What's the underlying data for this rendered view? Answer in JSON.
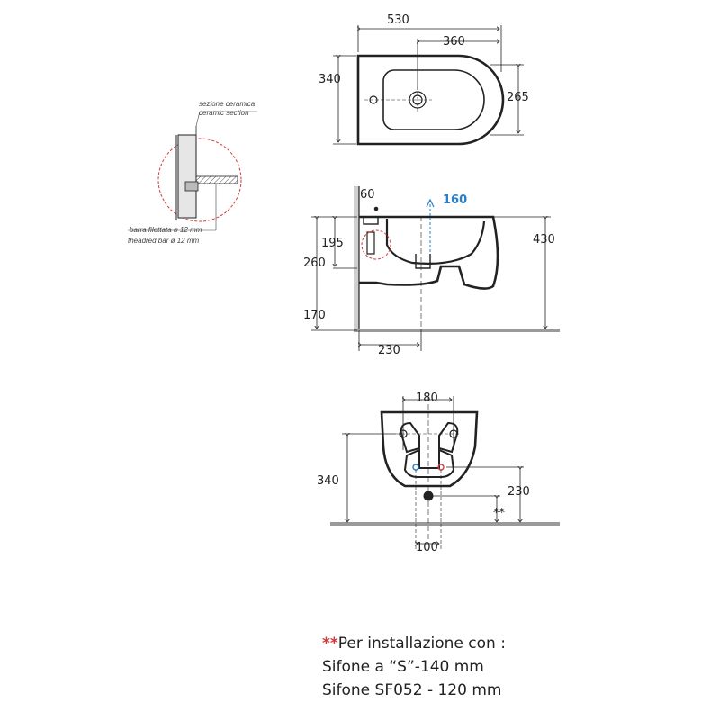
{
  "top_view": {
    "width_total": "530",
    "width_inner": "360",
    "depth_left": "340",
    "depth_right": "265"
  },
  "side_view": {
    "dim_60": "60",
    "dim_160": "160",
    "dim_195": "195",
    "dim_260": "260",
    "dim_430": "430",
    "dim_170": "170",
    "dim_230": "230"
  },
  "front_view": {
    "dim_180": "180",
    "dim_340": "340",
    "dim_230": "230",
    "dim_100": "100",
    "double_star": "**"
  },
  "detail": {
    "ceramic_it": "sezione ceramica",
    "ceramic_en": "ceramic section",
    "bar_it": "barra filettata ø 12 mm",
    "bar_en": "theadred bar ø 12 mm"
  },
  "note": {
    "marker": "**",
    "line1": "Per installazione con :",
    "line2": "Sifone a “S”-140 mm",
    "line3": "Sifone SF052 - 120 mm"
  },
  "colors": {
    "line": "#222222",
    "blue_accent": "#2a7fc8",
    "red_accent": "#d23a3a",
    "floor": "#9a9a9a"
  }
}
